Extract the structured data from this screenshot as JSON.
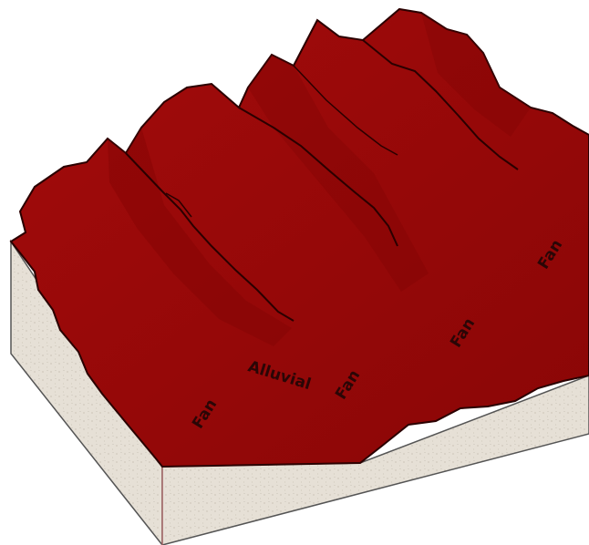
{
  "labels": {
    "alluvial": "Alluvial",
    "fan_1": "Fan",
    "fan_2": "Fan",
    "fan_3": "Fan",
    "fan_4": "Fan"
  },
  "colors": {
    "fan_surface": "#990808",
    "fan_shadow": "#7a0404",
    "ridge_line": "#3a0000",
    "block_side_front": "#e6e0d6",
    "block_side_left": "#ddd6ca",
    "block_outline": "#555555"
  }
}
